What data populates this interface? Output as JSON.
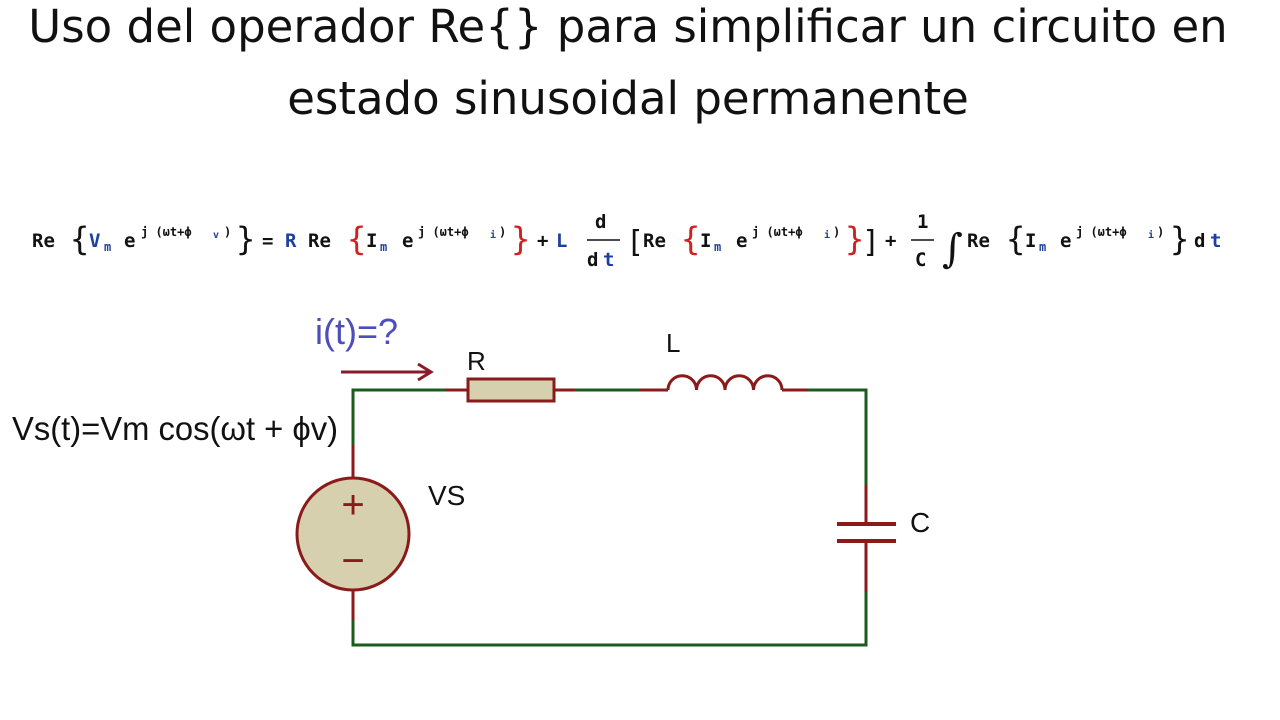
{
  "title": {
    "line1": "Uso del operador Re{} para simplificar un circuito en",
    "line2": "estado sinusoidal permanente"
  },
  "equation": {
    "re": "Re",
    "lbrace": "{",
    "rbrace": "}",
    "lbracket": "[",
    "rbracket": "]",
    "v_m": "V",
    "v_m_sub": "m",
    "e": "e",
    "exp_v": "j (ωt+ϕ",
    "exp_v_sub": "v",
    "exp_close": ")",
    "equals": "=",
    "r": "R",
    "i_m": "I",
    "i_m_sub": "m",
    "exp_i": "j (ωt+ϕ",
    "exp_i_sub": "i",
    "plus": "+",
    "l": "L",
    "d": "d",
    "dt_d": "d",
    "dt_t": "t",
    "one": "1",
    "c": "C",
    "integral": "∫"
  },
  "circuit": {
    "current_label": "i(t)=?",
    "source_equation": "Vs(t)=Vm cos(ωt + ϕv)",
    "resistor_label": "R",
    "inductor_label": "L",
    "capacitor_label": "C",
    "source_label": "VS",
    "plus_sign": "+",
    "minus_sign": "−"
  },
  "colors": {
    "wire": "#1c5b1c",
    "component": "#8b1a1a",
    "resistor_fill": "#d6d0ae",
    "source_fill": "#d6d0ae",
    "current_label": "#4d4dbb",
    "arrow": "#8b1a2a",
    "eq_blue": "#1f3f9f",
    "eq_red": "#d02020",
    "eq_black": "#111111"
  }
}
